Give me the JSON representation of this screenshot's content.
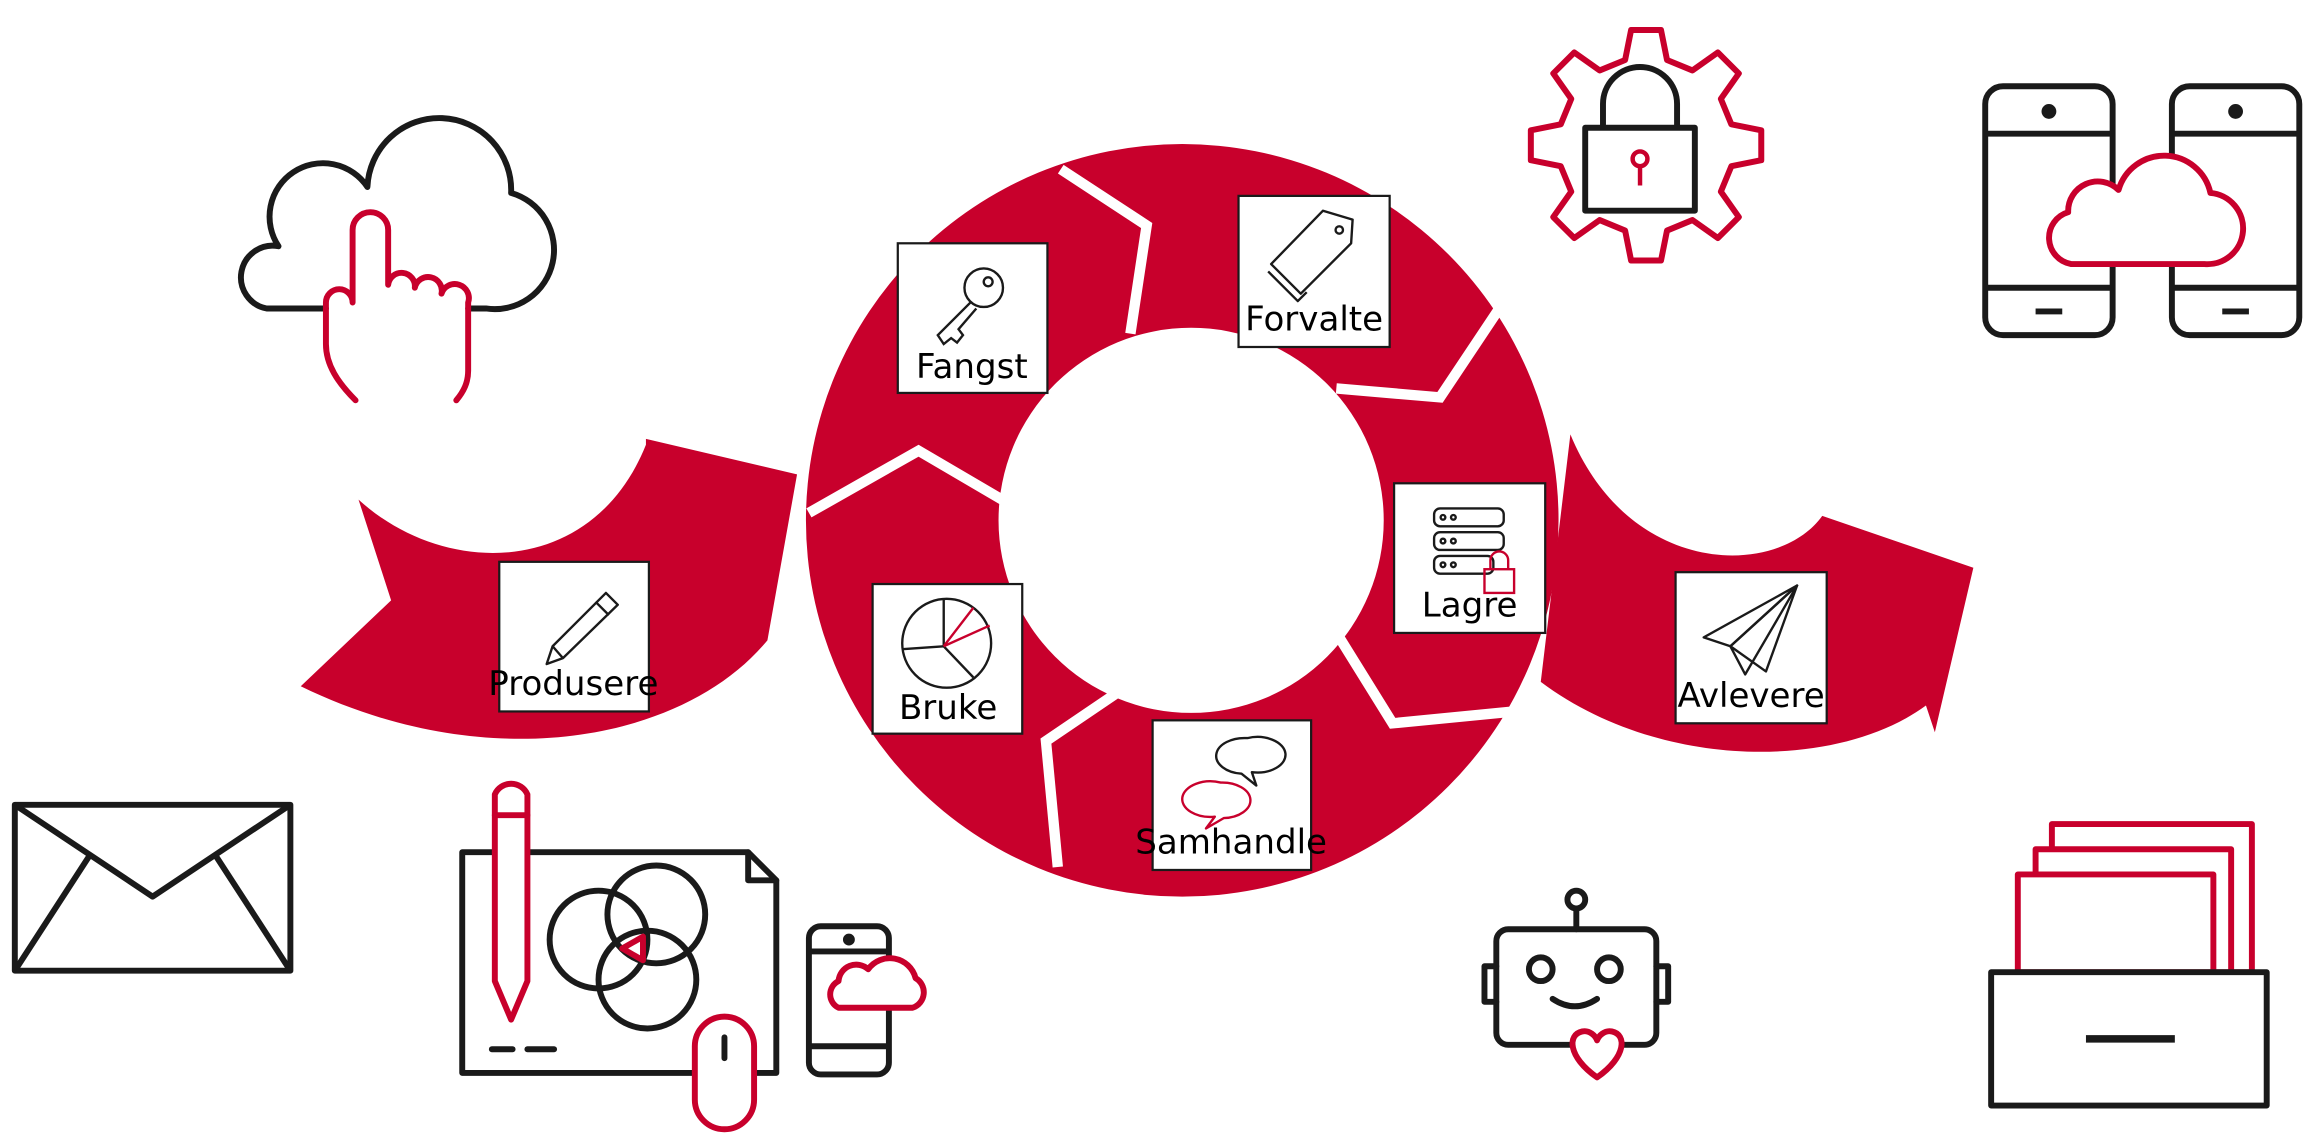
{
  "colors": {
    "primary_red": "#c8002c",
    "icon_black": "#1a1a1a",
    "label_bg": "#ffffff"
  },
  "labels": {
    "produsere": "Produsere",
    "fangst": "Fangst",
    "forvalte": "Forvalte",
    "lagre": "Lagre",
    "samhandle": "Samhandle",
    "bruke": "Bruke",
    "avlevere": "Avlevere"
  },
  "icons": [
    "cloud-touch-icon",
    "padlock-gear-icon",
    "phones-cloud-icon",
    "envelope-icon",
    "design-tablet-icon",
    "phone-cloud-icon",
    "robot-icon",
    "archive-drawer-icon",
    "pencil-icon",
    "key-icon",
    "tag-icon",
    "server-lock-icon",
    "chat-bubbles-icon",
    "pie-chart-icon",
    "paper-plane-icon"
  ]
}
